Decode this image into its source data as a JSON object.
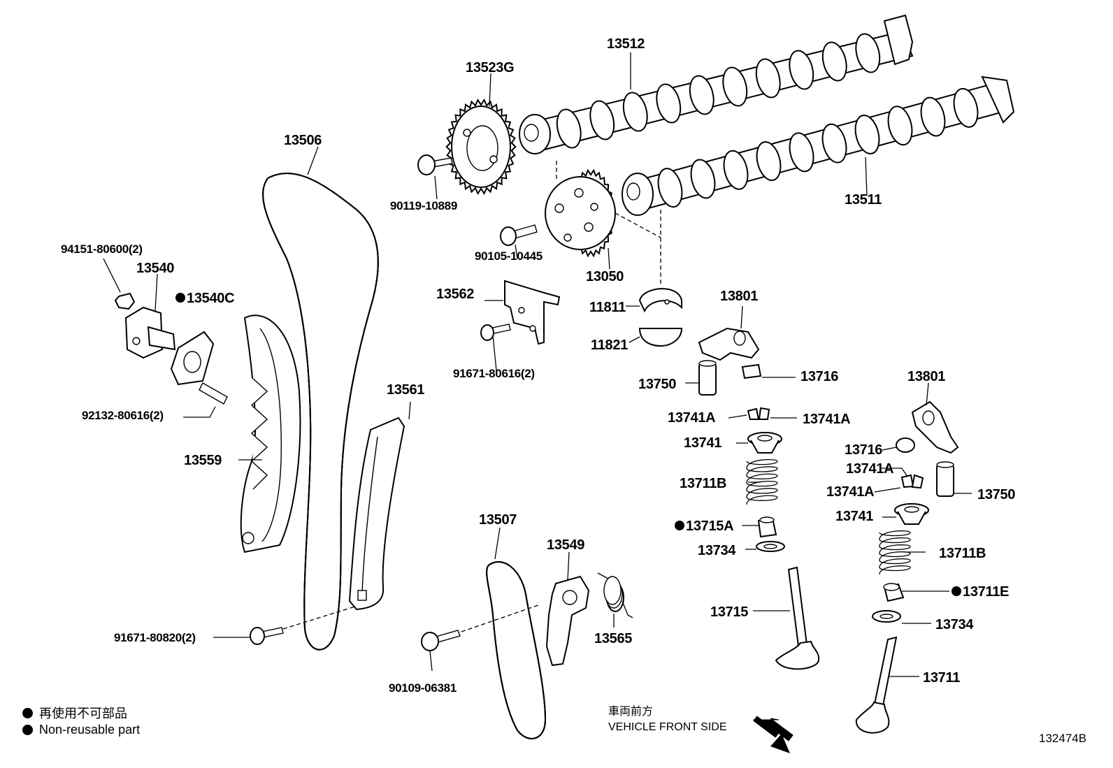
{
  "diagram": {
    "figure_number": "132474B",
    "orientation": {
      "label_jp": "車両前方",
      "label_en": "VEHICLE FRONT SIDE"
    },
    "legend": [
      {
        "symbol": "filled-circle",
        "text": "再使用不可部品"
      },
      {
        "symbol": "filled-circle",
        "text": "Non-reusable part"
      }
    ],
    "part_labels": [
      {
        "id": "13512",
        "text": "13512"
      },
      {
        "id": "13523G",
        "text": "13523G"
      },
      {
        "id": "13506",
        "text": "13506"
      },
      {
        "id": "90119-10889",
        "text": "90119-10889"
      },
      {
        "id": "13511",
        "text": "13511"
      },
      {
        "id": "94151-80600",
        "text": "94151-80600(2)"
      },
      {
        "id": "13540",
        "text": "13540"
      },
      {
        "id": "13540C",
        "text": "13540C",
        "non_reusable": true
      },
      {
        "id": "90105-10445",
        "text": "90105-10445"
      },
      {
        "id": "13050",
        "text": "13050"
      },
      {
        "id": "13562",
        "text": "13562"
      },
      {
        "id": "11811",
        "text": "11811"
      },
      {
        "id": "13801-a",
        "text": "13801"
      },
      {
        "id": "11821",
        "text": "11821"
      },
      {
        "id": "91671-80616",
        "text": "91671-80616(2)"
      },
      {
        "id": "13750-a",
        "text": "13750"
      },
      {
        "id": "13716-a",
        "text": "13716"
      },
      {
        "id": "13801-b",
        "text": "13801"
      },
      {
        "id": "13561",
        "text": "13561"
      },
      {
        "id": "92132-80616",
        "text": "92132-80616(2)"
      },
      {
        "id": "13741A-a",
        "text": "13741A"
      },
      {
        "id": "13741A-b",
        "text": "13741A"
      },
      {
        "id": "13741-a",
        "text": "13741"
      },
      {
        "id": "13716-b",
        "text": "13716"
      },
      {
        "id": "13559",
        "text": "13559"
      },
      {
        "id": "13741A-c",
        "text": "13741A"
      },
      {
        "id": "13711B-a",
        "text": "13711B"
      },
      {
        "id": "13741A-d",
        "text": "13741A"
      },
      {
        "id": "13750-b",
        "text": "13750"
      },
      {
        "id": "13741-b",
        "text": "13741"
      },
      {
        "id": "13507",
        "text": "13507"
      },
      {
        "id": "13715A",
        "text": "13715A",
        "non_reusable": true
      },
      {
        "id": "13549",
        "text": "13549"
      },
      {
        "id": "13734-a",
        "text": "13734"
      },
      {
        "id": "13711B-b",
        "text": "13711B"
      },
      {
        "id": "13711E",
        "text": "13711E",
        "non_reusable": true
      },
      {
        "id": "13715",
        "text": "13715"
      },
      {
        "id": "13734-b",
        "text": "13734"
      },
      {
        "id": "91671-80820",
        "text": "91671-80820(2)"
      },
      {
        "id": "13565",
        "text": "13565"
      },
      {
        "id": "13711",
        "text": "13711"
      },
      {
        "id": "90109-06381",
        "text": "90109-06381"
      }
    ]
  }
}
